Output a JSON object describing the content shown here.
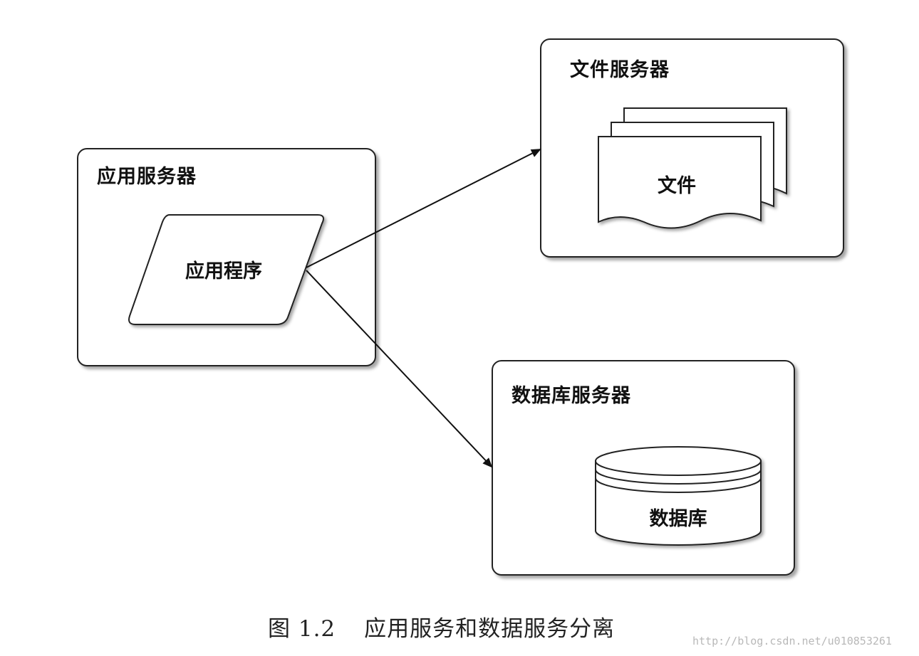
{
  "app_server": {
    "title": "应用服务器",
    "program_label": "应用程序"
  },
  "file_server": {
    "title": "文件服务器",
    "file_label": "文件"
  },
  "db_server": {
    "title": "数据库服务器",
    "db_label": "数据库"
  },
  "caption": {
    "figure_number": "图 1.2",
    "text": "应用服务和数据服务分离"
  },
  "watermark": "http://blog.csdn.net/u010853261"
}
